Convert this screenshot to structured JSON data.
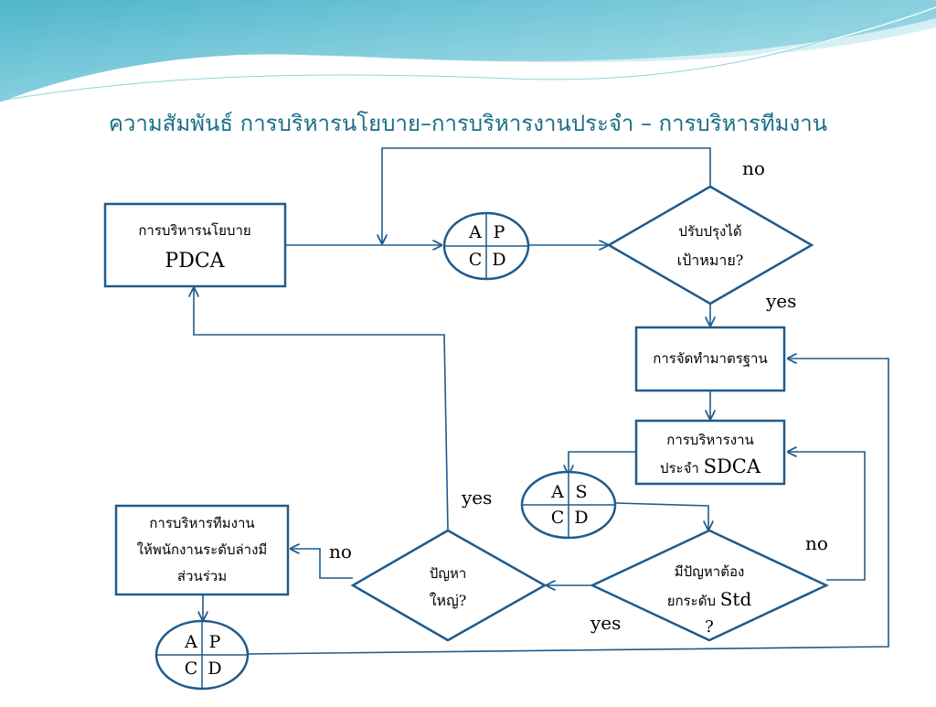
{
  "title": "ความสัมพันธ์  การบริหารนโยบาย–การบริหารงานประจำ – การบริหารทีมงาน",
  "colors": {
    "line": "#1f5b8c",
    "title": "#1a6f86",
    "text": "#000000"
  },
  "boxes": {
    "policy_line1": "การบริหารนโยบาย",
    "policy_line2": "PDCA",
    "standard": "การจัดทำมาตรฐาน",
    "routine_line1": "การบริหารงาน",
    "routine_line2_thai": "ประจำ ",
    "routine_line2_latin": "SDCA",
    "team_line1": "การบริหารทีมงาน",
    "team_line2": "ให้พนักงานระดับล่างมี",
    "team_line3": "ส่วนร่วม"
  },
  "decisions": {
    "target_line1": "ปรับปรุงได้",
    "target_line2": "เป้าหมาย?",
    "std_line1": "มีปัญหาต้อง",
    "std_line2_thai": "ยกระดับ ",
    "std_line2_latin": "Std",
    "std_line3": "?",
    "big_line1": "ปัญหา",
    "big_line2": "ใหญ่?"
  },
  "cycles": {
    "top": {
      "tl": "A",
      "tr": "P",
      "bl": "C",
      "br": "D"
    },
    "middle": {
      "tl": "A",
      "tr": "S",
      "bl": "C",
      "br": "D"
    },
    "bottom": {
      "tl": "A",
      "tr": "P",
      "bl": "C",
      "br": "D"
    }
  },
  "labels": {
    "no_top": "no",
    "yes_target": "yes",
    "yes_big": "yes",
    "no_big": "no",
    "no_std": "no",
    "yes_std": "yes"
  }
}
